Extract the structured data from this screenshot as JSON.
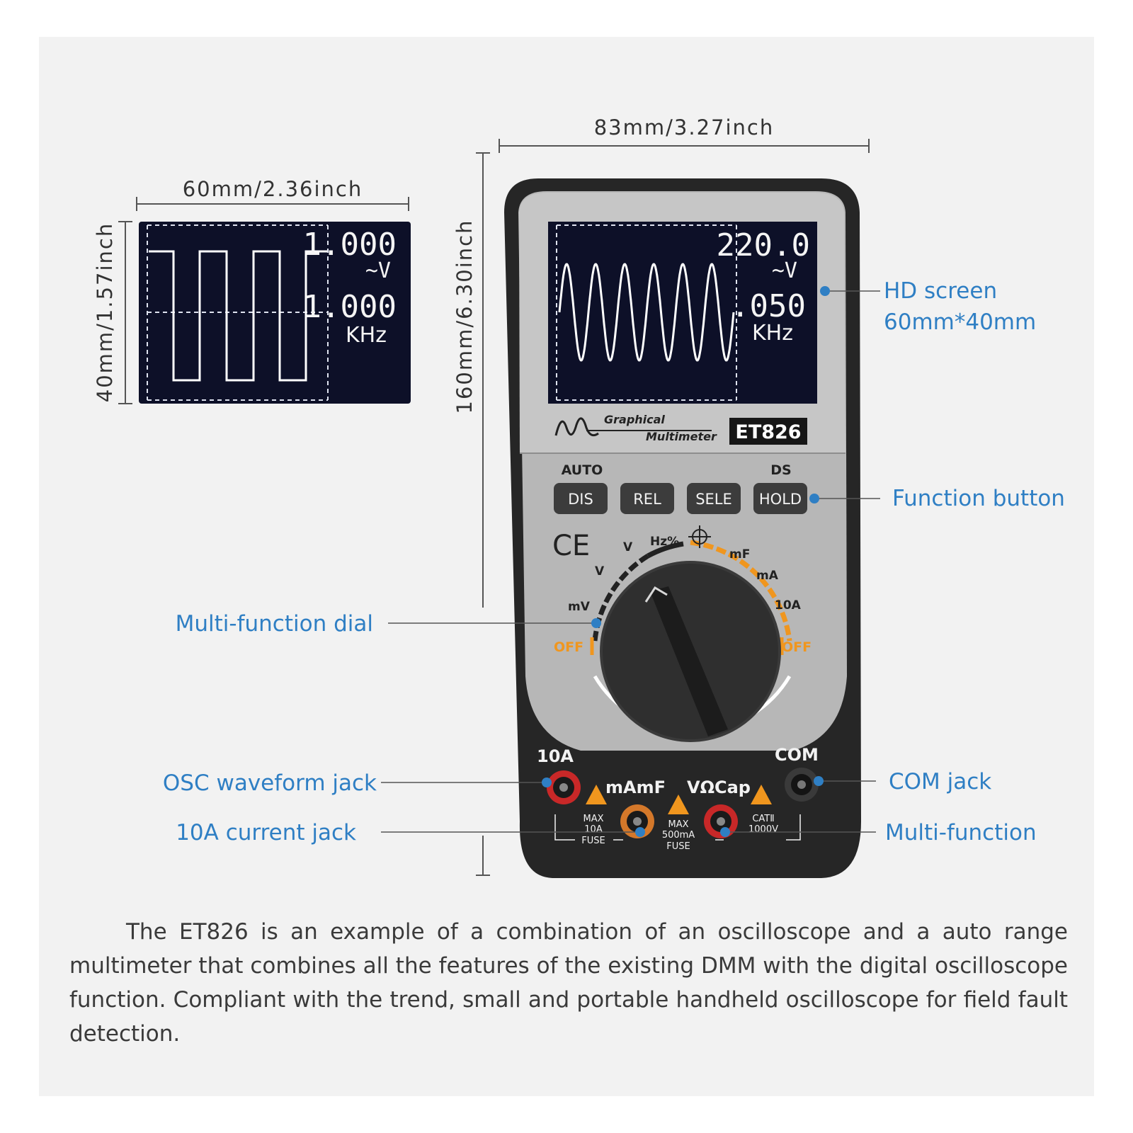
{
  "dimensions": {
    "device_width": "83mm/3.27inch",
    "device_height": "160mm/6.30inch",
    "screen_width": "60mm/2.36inch",
    "screen_height": "40mm/1.57inch"
  },
  "small_screen": {
    "voltage": "1.000",
    "voltage_unit": "~V",
    "frequency": "1.000",
    "frequency_unit": "KHz"
  },
  "device": {
    "screen_voltage": "220.0",
    "screen_voltage_unit": "~V",
    "screen_frequency": ".050",
    "screen_frequency_unit": "KHz",
    "brand_line1": "Graphical",
    "brand_line2": "Multimeter",
    "model": "ET826",
    "button_labels_top": {
      "auto": "AUTO",
      "ds": "DS"
    },
    "buttons": [
      "DIS",
      "REL",
      "SELE",
      "HOLD"
    ],
    "ce_mark": "CE",
    "dial_labels": {
      "off_left": "OFF",
      "mv": "mV",
      "v_dc": "V",
      "v_ac": "V",
      "hz": "Hz%",
      "mf": "mF",
      "ma": "mA",
      "a10": "10A",
      "off_right": "OFF"
    },
    "jack_labels": {
      "left_top": "10A",
      "right_top": "COM",
      "mamf": "mAmF",
      "vocap": "VΩCap",
      "max1": "MAX",
      "amp1": "10A",
      "fuse1": "FUSE",
      "max2": "MAX",
      "amp2": "500mA",
      "fuse2": "FUSE",
      "cat": "CATⅡ",
      "volt": "1000V"
    }
  },
  "callouts": {
    "hd_screen_line1": "HD screen",
    "hd_screen_line2": "60mm*40mm",
    "function_button": "Function button",
    "multi_function_dial": "Multi-function dial",
    "osc_waveform_jack": "OSC waveform jack",
    "current_jack": "10A current jack",
    "com_jack": "COM jack",
    "multi_function": "Multi-function"
  },
  "description": "The ET826 is an example of a combination of an oscilloscope and a auto range multimeter that combines all the features of the existing DMM with the digital oscilloscope function. Compliant with the trend, small and portable handheld oscilloscope for field fault detection.",
  "colors": {
    "callout_blue": "#2f7fc4",
    "dial_orange": "#f0961e",
    "jack_red": "#c82828",
    "jack_orange": "#d4782a",
    "screen_bg": "#0d1028"
  }
}
